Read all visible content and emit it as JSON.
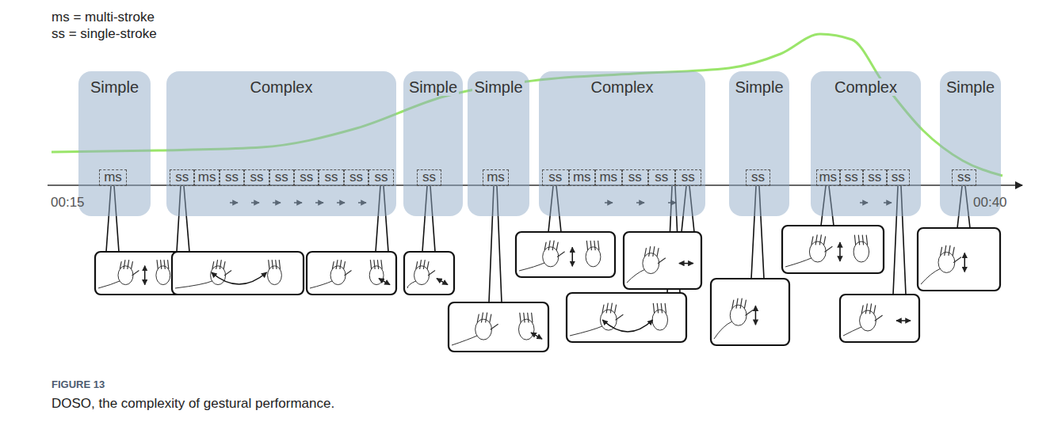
{
  "diagram": {
    "caption": "DOSO, the complexity of gestural performance.",
    "nodes": [
      {
        "text": [
          "Simple"
        ]
      },
      {
        "text": [
          "ms"
        ],
        "in": 0
      },
      {
        "text": [
          "Complex"
        ]
      },
      {
        "text": [
          "ss"
        ],
        "in": 2
      },
      {
        "text": [
          "ms"
        ],
        "in": 2
      },
      {
        "text": [
          "ss"
        ],
        "in": 2
      },
      {
        "text": [
          "ss"
        ],
        "in": 2
      },
      {
        "text": [
          "ss"
        ],
        "in": 2
      },
      {
        "text": [
          "ss"
        ],
        "in": 2
      },
      {
        "text": [
          "ss"
        ],
        "in": 2
      },
      {
        "text": [
          "ss"
        ],
        "in": 2
      },
      {
        "text": [
          "ss"
        ],
        "in": 2
      },
      {
        "text": [
          "Simple"
        ]
      },
      {
        "text": [
          "ss"
        ],
        "in": 12
      },
      {
        "text": [
          "Simple"
        ]
      },
      {
        "text": [
          "ms"
        ],
        "in": 14
      },
      {
        "text": [
          "Complex"
        ]
      },
      {
        "text": [
          "ss"
        ],
        "in": 16
      },
      {
        "text": [
          "ms"
        ],
        "in": 16
      },
      {
        "text": [
          "ms"
        ],
        "in": 16
      },
      {
        "text": [
          "ss"
        ],
        "in": 16
      },
      {
        "text": [
          "ss"
        ],
        "in": 16
      },
      {
        "text": [
          "ss"
        ],
        "in": 16
      },
      {
        "text": [
          "Simple"
        ]
      },
      {
        "text": [
          "ss"
        ],
        "in": 23
      },
      {
        "text": [
          "Complex"
        ]
      },
      {
        "text": [
          "ms"
        ],
        "in": 25
      },
      {
        "text": [
          "ss"
        ],
        "in": 25
      },
      {
        "text": [
          "ss"
        ],
        "in": 25
      },
      {
        "text": [
          "ss"
        ],
        "in": 25
      },
      {
        "text": [
          "Simple"
        ]
      },
      {
        "text": [
          "ss"
        ],
        "in": 30
      }
    ],
    "labels": [
      "ms = multi-stroke",
      "ss = single-stroke",
      "00:15",
      "00:40",
      "FIGURE 13"
    ]
  }
}
